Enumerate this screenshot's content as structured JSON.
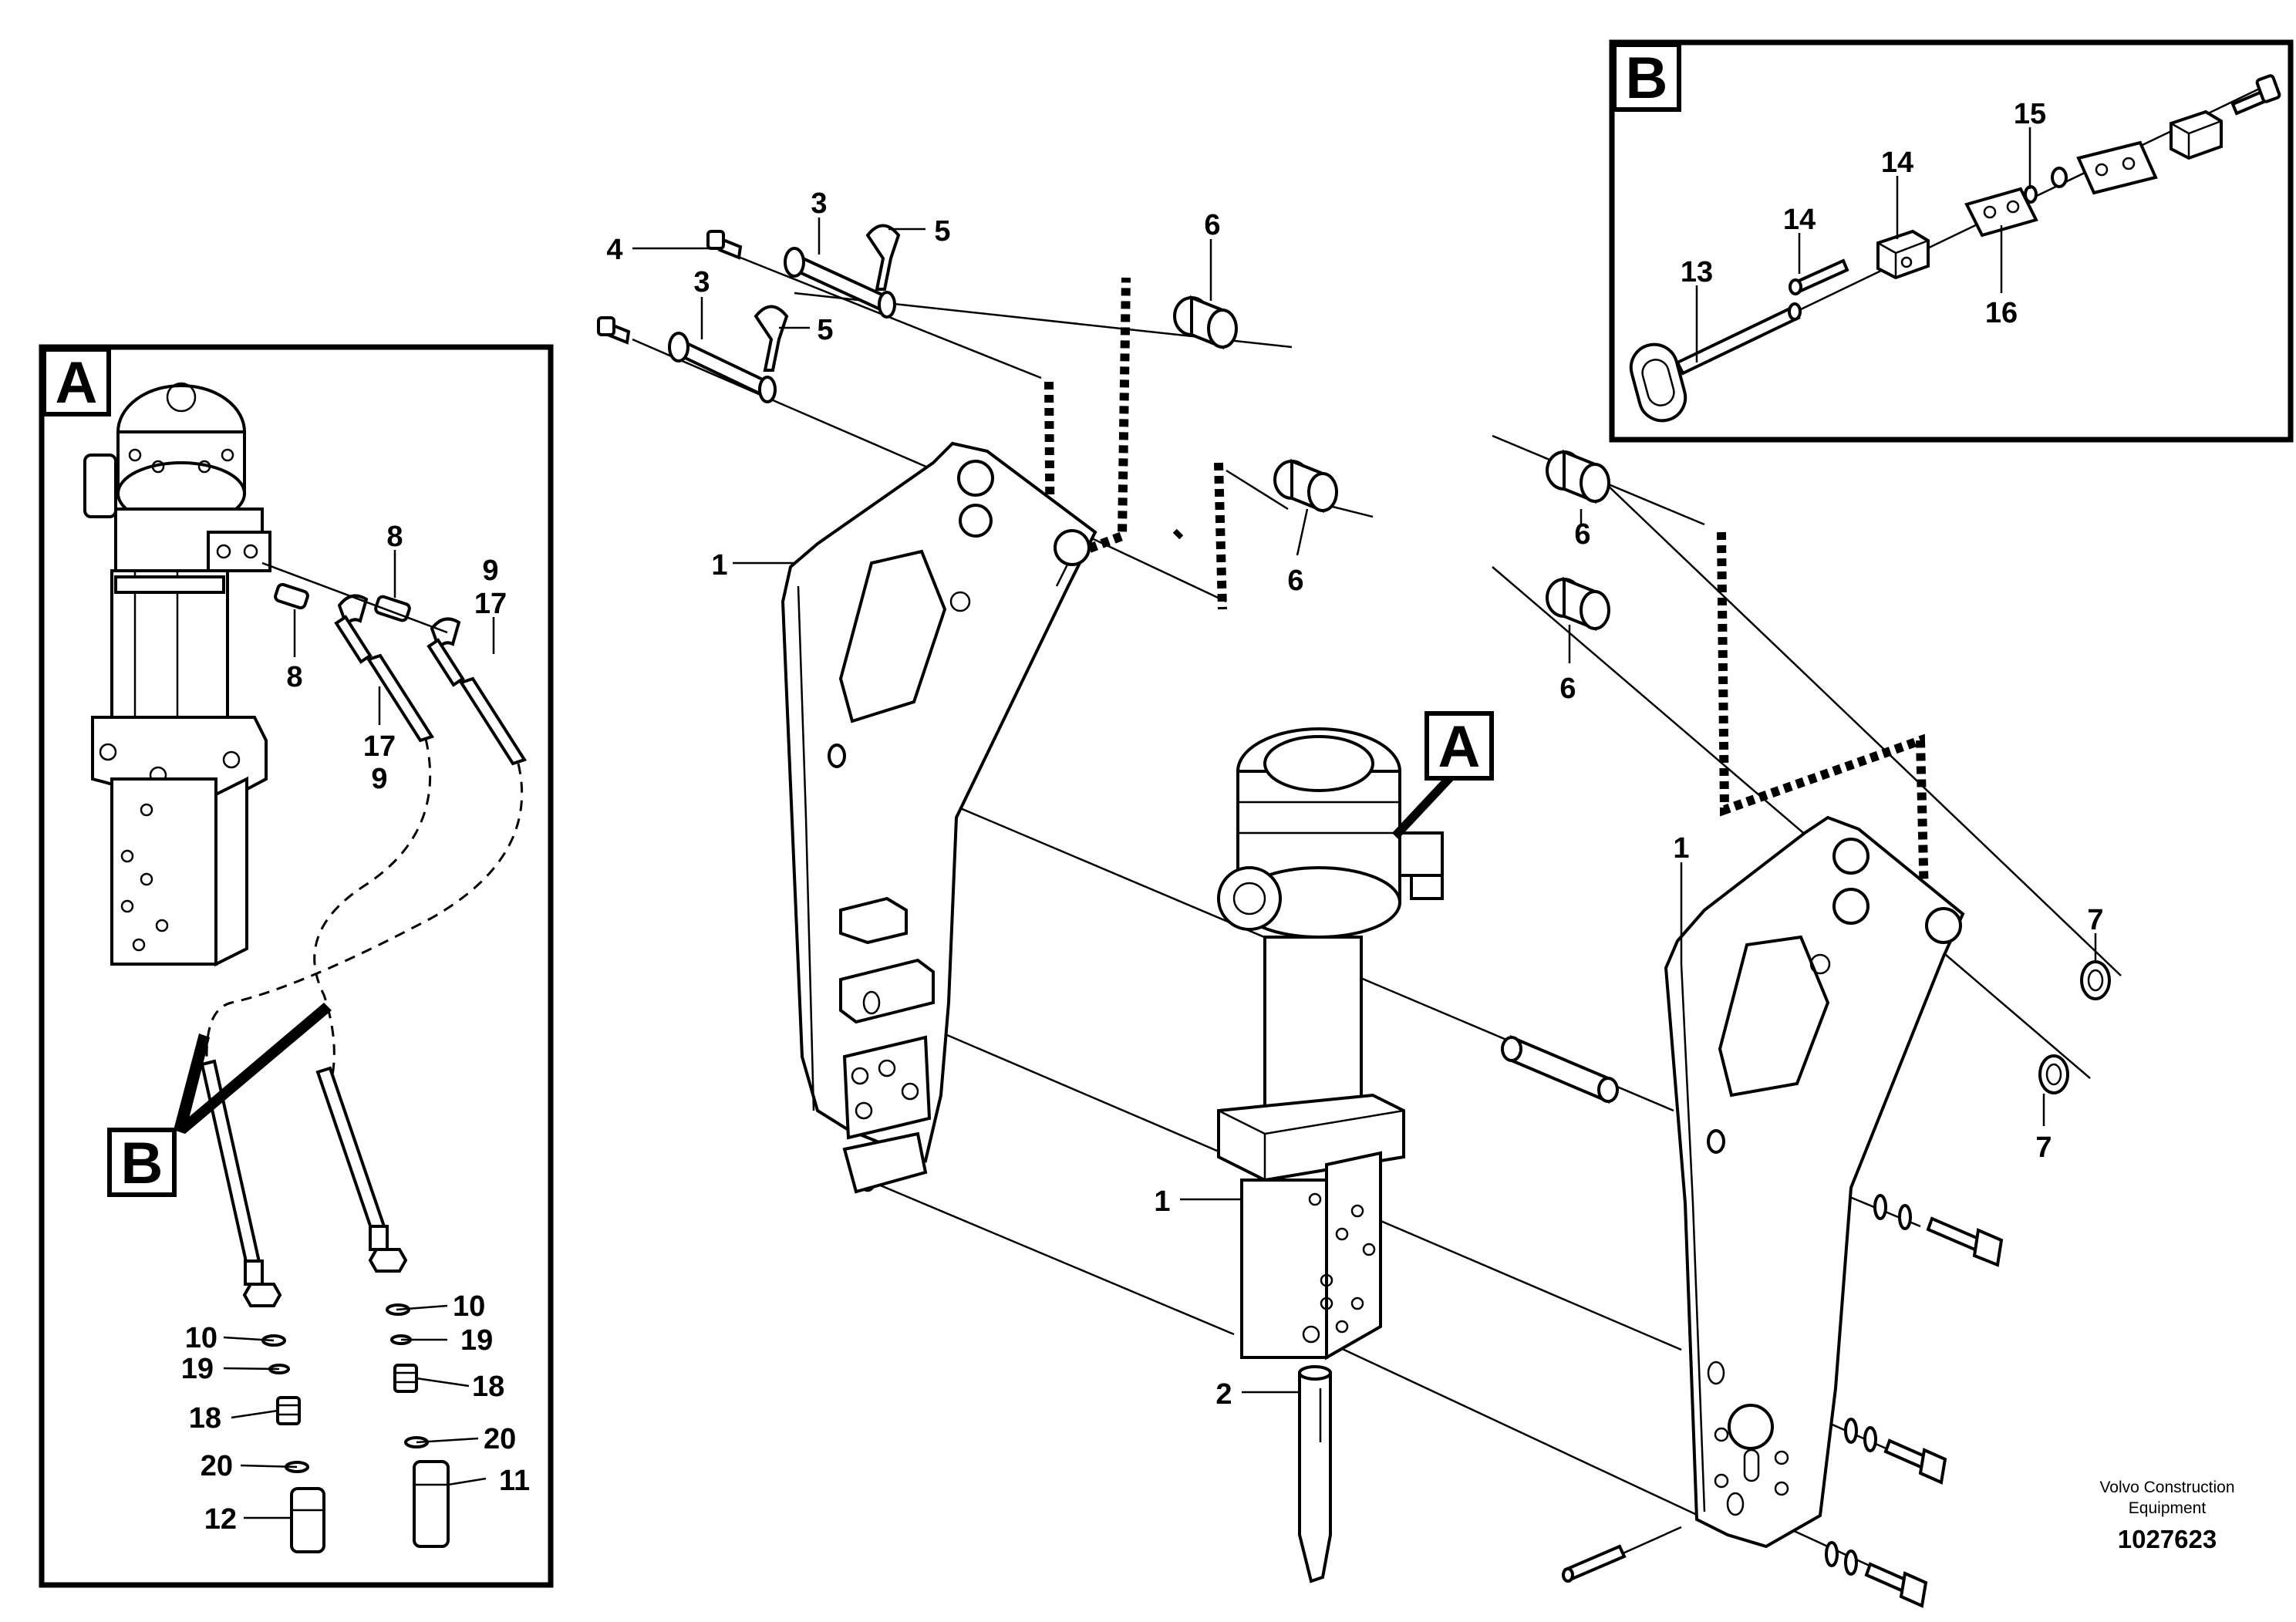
{
  "panels": {
    "a": "A",
    "b": "B"
  },
  "callouts": {
    "a_main": "A",
    "b_in_panel_a": "B"
  },
  "labels": {
    "l1a": "1",
    "l1b": "1",
    "l1c": "1",
    "l2": "2",
    "l3a": "3",
    "l3b": "3",
    "l4": "4",
    "l5a": "5",
    "l5b": "5",
    "l6a": "6",
    "l6b": "6",
    "l6c": "6",
    "l6d": "6",
    "l7a": "7",
    "l7b": "7",
    "l8a": "8",
    "l8b": "8",
    "l9a": "9",
    "l9b": "9",
    "l10a": "10",
    "l10b": "10",
    "l11": "11",
    "l12": "12",
    "l13": "13",
    "l14a": "14",
    "l14b": "14",
    "l15": "15",
    "l16": "16",
    "l17a": "17",
    "l17b": "17",
    "l18a": "18",
    "l18b": "18",
    "l19a": "19",
    "l19b": "19",
    "l20a": "20",
    "l20b": "20"
  },
  "credit": {
    "line1": "Volvo Construction",
    "line2": "Equipment",
    "doc_number": "1027623"
  }
}
